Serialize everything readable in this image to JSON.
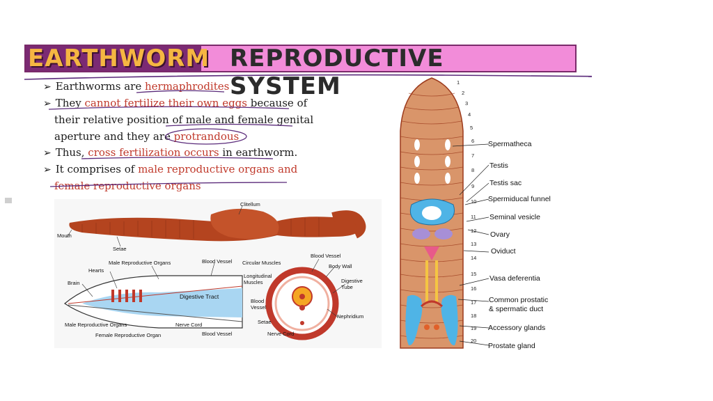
{
  "header": {
    "left_title": "EARTHWORM",
    "right_title": "REPRODUCTIVE SYSTEM"
  },
  "bullets": {
    "b1_a": "Earthworms are ",
    "b1_b": "hermaphrodites",
    "b2_a": "They ",
    "b2_b": "cannot fertilize their own eggs",
    "b2_c": " because of",
    "b3": "their relative position of male and female genital",
    "b4_a": "aperture and they are ",
    "b4_b": "protrandous",
    "b5_a": "Thus, ",
    "b5_b": "cross fertilization occurs",
    "b5_c": " in earthworm.",
    "b6_a": "It comprises of ",
    "b6_b": "male reproductive organs and",
    "b7": "female reproductive organs"
  },
  "left_diagram": {
    "clitellum": "Clitellum",
    "mouth": "Mouth",
    "setae": "Setae",
    "male_repro_top": "Male Reproductive Organs",
    "blood_vessel_top": "Blood Vessel",
    "hearts": "Hearts",
    "brain": "Brain",
    "digestive_tract": "Digestive Tract",
    "male_repro_bottom": "Male Reproductive Organs",
    "female_repro": "Female Reproductive Organ",
    "nerve_cord": "Nerve Cord",
    "blood_vessel_bottom": "Blood Vessel",
    "circular_muscles": "Circular Muscles",
    "blood_vessel_cs": "Blood Vessel",
    "body_wall": "Body Wall",
    "longitudinal_muscles": "Longitudinal Muscles",
    "digestive_tube": "Digestive Tube",
    "blood_vessel_cs2": "Blood Vessel",
    "setae_cs": "Setae",
    "nerve_cord_cs": "Nerve Cord",
    "nephridium": "Nephridium"
  },
  "right_diagram": {
    "segments": [
      "1",
      "2",
      "3",
      "4",
      "5",
      "6",
      "7",
      "8",
      "9",
      "10",
      "11",
      "12",
      "13",
      "14",
      "15",
      "16",
      "17",
      "18",
      "19",
      "20"
    ],
    "spermatheca": "Spermatheca",
    "testis": "Testis",
    "testis_sac": "Testis sac",
    "spermiducal_funnel": "Spermiducal funnel",
    "seminal_vesicle": "Seminal vesicle",
    "ovary": "Ovary",
    "oviduct": "Oviduct",
    "vasa_deferentia": "Vasa deferentia",
    "common_prostatic_1": "Common prostatic",
    "common_prostatic_2": "& spermatic duct",
    "accessory_glands": "Accessory glands",
    "prostate_gland": "Prostate gland"
  },
  "colors": {
    "banner_pink": "#f28cd9",
    "banner_purple": "#7b2a73",
    "title_orange": "#f5b642",
    "highlight_red": "#c0392b",
    "worm_body": "#d9956a",
    "worm_dark": "#9c3a1c"
  }
}
